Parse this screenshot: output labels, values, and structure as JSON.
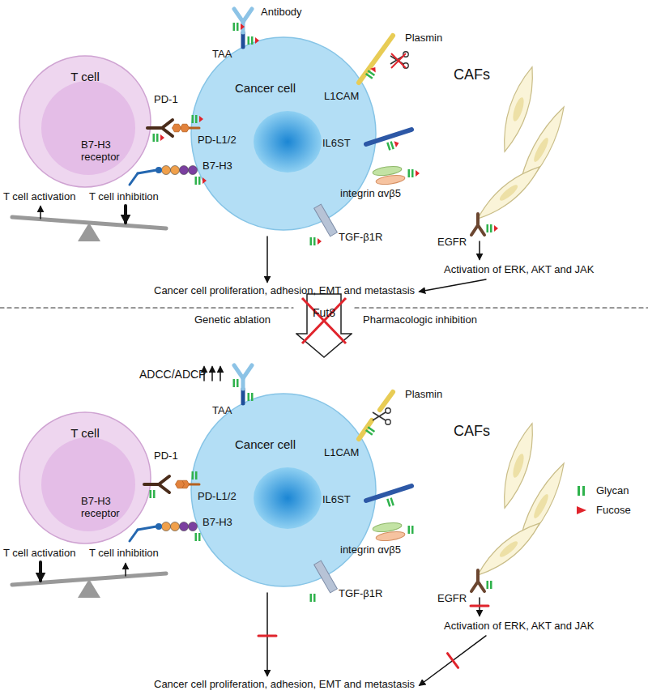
{
  "diagram": {
    "nodes": [
      {
        "text": [
          "T cell"
        ]
      },
      {
        "text": [
          "Cancer cell"
        ]
      },
      {
        "text": [
          "Fut8"
        ]
      },
      {
        "text": [
          "T cell"
        ]
      },
      {
        "text": [
          "Cancer cell"
        ]
      }
    ],
    "labels": [
      "Antibody",
      "TAA",
      "Plasmin",
      "CAFs",
      "PD-1",
      "PD-L1/2",
      "L1CAM",
      "B7-H3 receptor",
      "B7-H3",
      "IL6ST",
      "integrin αvβ5",
      "TGF-β1R",
      "EGFR",
      "T cell activation",
      "T cell inhibition",
      "Activation of ERK, AKT and JAK",
      "Cancer cell proliferation, adhesion, EMT and metastasis",
      "Genetic ablation",
      "Pharmacologic inhibition",
      "ADCC/ADCP",
      "TAA",
      "Plasmin",
      "L1CAM",
      "PD-1",
      "PD-L1/2",
      "B7-H3 receptor",
      "B7-H3",
      "IL6ST",
      "integrin αvβ5",
      "TGF-β1R",
      "CAFs",
      "EGFR",
      "Activation of ERK, AKT and JAK",
      "T cell activation",
      "T cell inhibition",
      "Cancer cell proliferation, adhesion, EMT and metastasis"
    ],
    "legend": [
      {
        "text": "Glycan",
        "color": "#2fb24c"
      },
      {
        "text": "Fucose",
        "color": "#e0242c"
      }
    ]
  }
}
